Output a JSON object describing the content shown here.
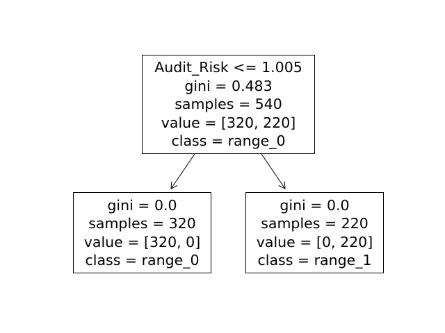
{
  "tree": {
    "root": {
      "split": "Audit_Risk <= 1.005",
      "gini": "gini = 0.483",
      "samples": "samples = 540",
      "value": "value = [320, 220]",
      "class": "class = range_0"
    },
    "left": {
      "gini": "gini = 0.0",
      "samples": "samples = 320",
      "value": "value = [320, 0]",
      "class": "class = range_0"
    },
    "right": {
      "gini": "gini = 0.0",
      "samples": "samples = 220",
      "value": "value = [0, 220]",
      "class": "class = range_1"
    }
  }
}
